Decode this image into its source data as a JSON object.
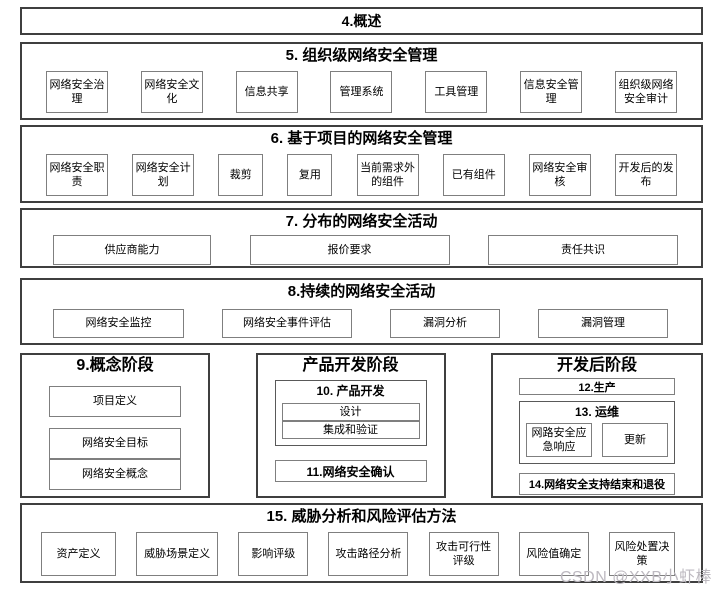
{
  "watermark": "CSDN @XXB小虾棒",
  "sections": {
    "s4": {
      "title": "4.概述"
    },
    "s5": {
      "title": "5. 组织级网络安全管理",
      "items": [
        "网络安全治理",
        "网络安全文化",
        "信息共享",
        "管理系统",
        "工具管理",
        "信息安全管理",
        "组织级网络安全审计"
      ]
    },
    "s6": {
      "title": "6. 基于项目的网络安全管理",
      "items": [
        "网络安全职责",
        "网络安全计划",
        "裁剪",
        "复用",
        "当前需求外的组件",
        "已有组件",
        "网络安全审核",
        "开发后的发布"
      ]
    },
    "s7": {
      "title": "7. 分布的网络安全活动",
      "items": [
        "供应商能力",
        "报价要求",
        "责任共识"
      ]
    },
    "s8": {
      "title": "8.持续的网络安全活动",
      "items": [
        "网络安全监控",
        "网络安全事件评估",
        "漏洞分析",
        "漏洞管理"
      ]
    },
    "s9": {
      "title": "9.概念阶段",
      "items": [
        "项目定义",
        "网络安全目标",
        "网络安全概念"
      ]
    },
    "s10": {
      "title": "产品开发阶段",
      "group_title": "10. 产品开发",
      "group_items": [
        "设计",
        "集成和验证"
      ],
      "box11": "11.网络安全确认"
    },
    "s12": {
      "title": "开发后阶段",
      "box12": "12.生产",
      "group_title": "13. 运维",
      "group_items": [
        "网路安全应急响应",
        "更新"
      ],
      "box14": "14.网络安全支持结束和退役"
    },
    "s15": {
      "title": "15. 威胁分析和风险评估方法",
      "items": [
        "资产定义",
        "威胁场景定义",
        "影响评级",
        "攻击路径分析",
        "攻击可行性评级",
        "风险值确定",
        "风险处置决策"
      ]
    }
  }
}
